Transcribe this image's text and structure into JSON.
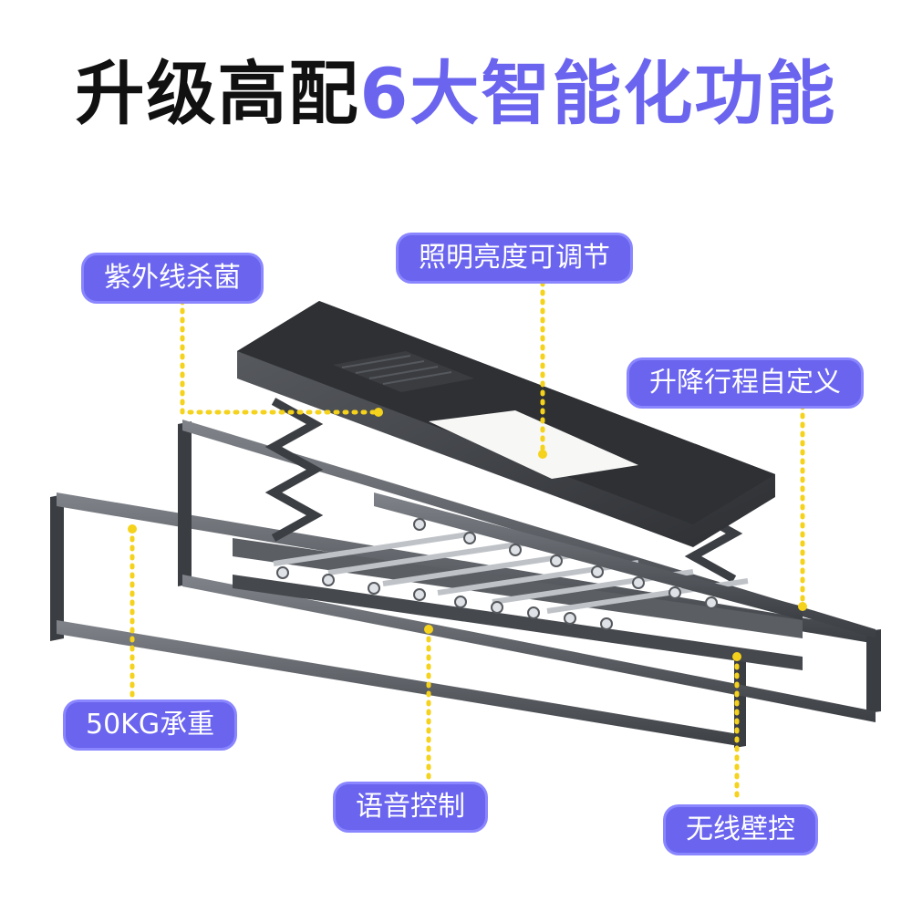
{
  "title": {
    "part1": "升级高配",
    "part2": "6大智能化功能"
  },
  "colors": {
    "accent": "#6a64ef",
    "title_dark": "#111111",
    "leader": "#f5d21b",
    "frame": "#4a4d52"
  },
  "features": [
    {
      "label": "紫外线杀菌",
      "name": "uv-sterilization"
    },
    {
      "label": "照明亮度可调节",
      "name": "adjustable-lighting"
    },
    {
      "label": "升降行程自定义",
      "name": "custom-lift-travel"
    },
    {
      "label": "50KG承重",
      "name": "load-capacity"
    },
    {
      "label": "语音控制",
      "name": "voice-control"
    },
    {
      "label": "无线壁控",
      "name": "wireless-wall-control"
    }
  ]
}
